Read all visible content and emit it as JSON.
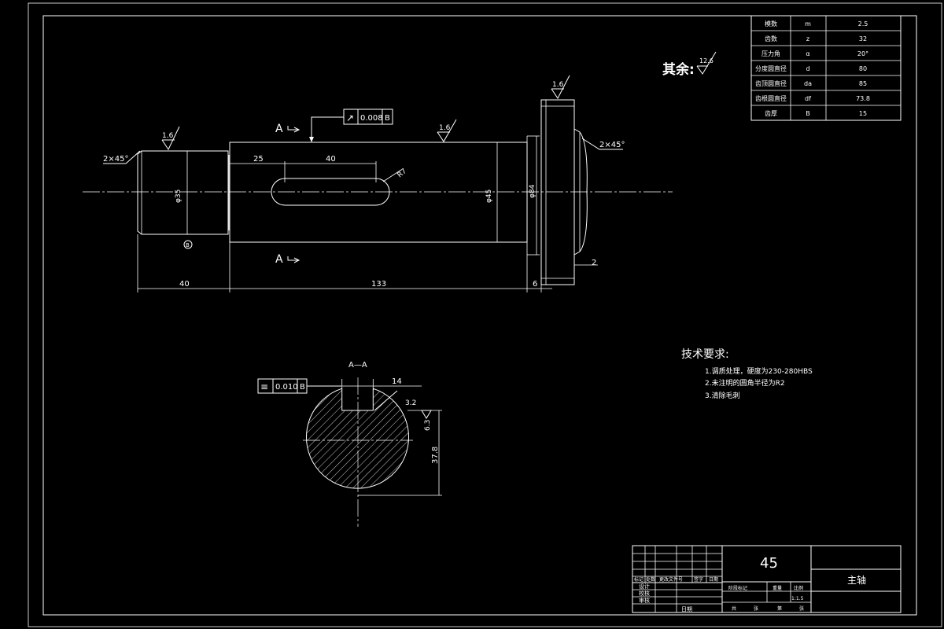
{
  "colors": {
    "background": "#000000",
    "line": "#ffffff"
  },
  "gear_table": {
    "rows": [
      {
        "name": "模数",
        "symbol": "m",
        "value": "2.5"
      },
      {
        "name": "齿数",
        "symbol": "z",
        "value": "32"
      },
      {
        "name": "压力角",
        "symbol": "α",
        "value": "20°"
      },
      {
        "name": "分度圆直径",
        "symbol": "d",
        "value": "80"
      },
      {
        "name": "齿顶圆直径",
        "symbol": "da",
        "value": "85"
      },
      {
        "name": "齿根圆直径",
        "symbol": "df",
        "value": "73.8"
      },
      {
        "name": "齿厚",
        "symbol": "B",
        "value": "15"
      }
    ]
  },
  "roughness_note": {
    "label": "其余:",
    "value": "12.6"
  },
  "main_view": {
    "section_mark": "A",
    "roughness": [
      "1.6",
      "1.6",
      "1.6"
    ],
    "geo_tolerance": {
      "symbol": "↗",
      "value": "0.008",
      "datum": "B"
    },
    "datum_label": "B",
    "chamfer_left": "2×45°",
    "chamfer_right": "2×45°",
    "dim_25": "25",
    "dim_40_key": "40",
    "dim_r7": "R7",
    "dim_40_len": "40",
    "dim_133": "133",
    "dim_6": "6",
    "dim_2": "2",
    "dia_left": "φ35",
    "dia_mid": "φ45",
    "dia_gear": "φ84"
  },
  "section_view": {
    "title": "A—A",
    "tolerance": {
      "symbol": "≡",
      "value": "0.010",
      "datum": "B"
    },
    "dim_14": "14",
    "rough_32": "3.2",
    "rough_63": "6.3",
    "dim_378": "37.8"
  },
  "tech_requirements": {
    "title": "技术要求:",
    "items": [
      "1.调质处理，硬度为230-280HBS",
      "2.未注明的圆角半径为R2",
      "3.清除毛刺"
    ]
  },
  "title_block": {
    "material": "45",
    "part_name": "主轴",
    "rev_headers": [
      "标记",
      "处数",
      "更改文件号",
      "签字",
      "日期"
    ],
    "roles": [
      "设计",
      "校核",
      "审核"
    ],
    "date_label": "日期",
    "stage_headers": [
      "阶段标记",
      "重量",
      "比例"
    ],
    "scale": "1:1.5",
    "sheet_labels": [
      "共",
      "张",
      "第",
      "张"
    ]
  }
}
